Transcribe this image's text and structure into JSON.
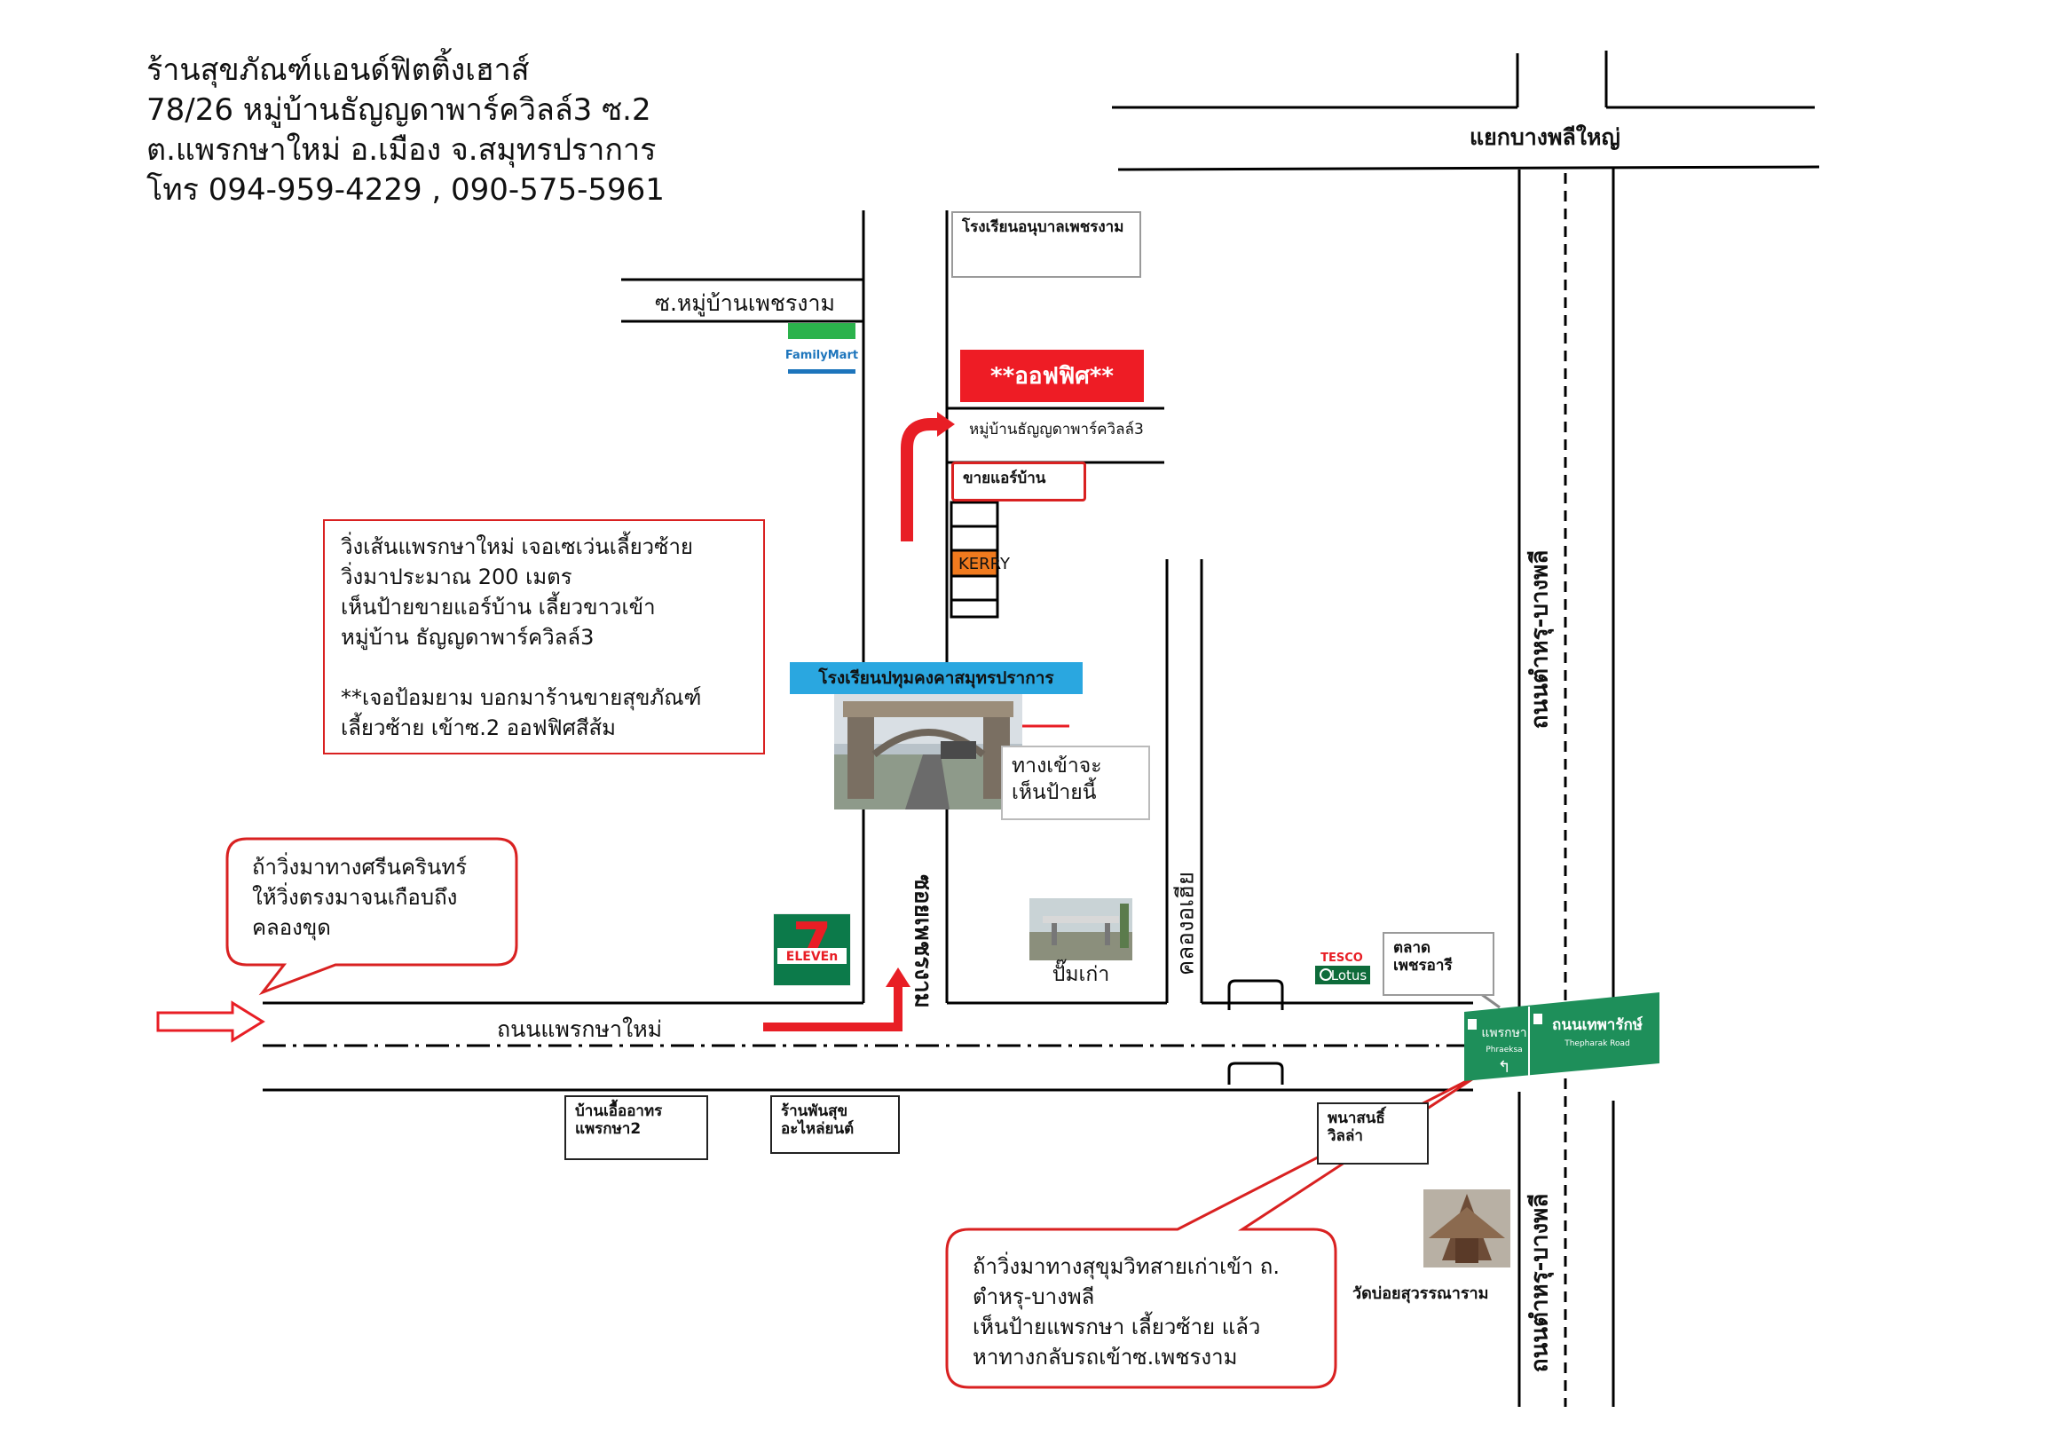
{
  "header": {
    "line1": "ร้านสุขภัณฑ์แอนด์ฟิตติ้งเฮาส์",
    "line2": "78/26 หมู่บ้านธัญญดาพาร์ควิลล์3  ซ.2",
    "line3": "ต.แพรกษาใหม่  อ.เมือง  จ.สมุทรปราการ",
    "line4": "โทร 094-959-4229 , 090-575-5961"
  },
  "roads": {
    "junction": "แยกบางพลีใหญ่",
    "soi_village": "ซ.หมู่บ้านเพชรงาม",
    "village_lane": "หมู่บ้านธัญญดาพาร์ควิลล์3",
    "main_road": "ถนนแพรกษาใหม่",
    "soi_phetngam": "ซอยเพชรงาม",
    "canal": "คลองอเฮีย",
    "highway_upper": "ถนนตำหรุ-บางพลี",
    "highway_lower": "ถนนตำหรุ-บางพลี"
  },
  "landmarks": {
    "kindergarten": "โรงเรียนอนุบาลเพชรงาม",
    "office": "**ออฟฟิศ**",
    "air_shop": "ขายแอร์บ้าน",
    "kerry": "KERRY",
    "school": "โรงเรียนปทุมคงคาสมุทรปราการ",
    "entrance_note": "ทางเข้าจะ\nเห็นป้ายนี้",
    "old_gas": "ปั๊มเก่า",
    "market": "ตลาด\nเพชรอารี",
    "baan_uea": "บ้านเอื้ออาทร\nแพรกษา2",
    "spare_parts": "ร้านพันสุข\nอะไหล่ยนต์",
    "villa": "พนาสนธิ์\nวิลล่า",
    "temple": "วัดบ่อยสุวรรณาราม",
    "familymart": "FamilyMart",
    "seven_eleven": "ELEVEn",
    "tesco": "TESCO",
    "lotus": "Lotus"
  },
  "notes": {
    "directions": {
      "line1": "วิ่งเส้นแพรกษาใหม่ เจอเซเว่นเลี้ยวซ้าย",
      "line2": "วิ่งมาประมาณ 200 เมตร",
      "line3": "เห็นป้ายขายแอร์บ้าน  เลี้ยวขาวเข้า",
      "line4": "หมู่บ้าน  ธัญญดาพาร์ควิลล์3",
      "line5": "**เจอป้อมยาม บอกมาร้านขายสุขภัณฑ์",
      "line6": "เลี้ยวซ้าย เข้าซ.2  ออฟฟิศสีส้ม"
    },
    "srinakarin": {
      "line1": "ถ้าวิ่งมาทางศรีนครินทร์",
      "line2": "ให้วิ่งตรงมาจนเกือบถึง",
      "line3": "คลองขุด"
    },
    "sukhumvit": {
      "line1": "ถ้าวิ่งมาทางสุขุมวิทสายเก่าเข้า ถ.",
      "line2": "ตำหรุ-บางพลี",
      "line3": "เห็นป้ายแพรกษา เลี้ยวซ้าย  แล้ว",
      "line4": "หาทางกลับรถเข้าซ.เพชรงาม"
    }
  },
  "sign": {
    "left_thai": "แพรกษา",
    "left_en": "Phraeksa",
    "right_thai": "ถนนเทพารักษ์",
    "right_en": "Thepharak Road"
  },
  "colors": {
    "accent_red": "#ee1c25",
    "callout_red": "#d92121",
    "school_blue": "#2aa7e0",
    "kerry_orange": "#f07a1e",
    "sign_green": "#1e8f5a"
  }
}
